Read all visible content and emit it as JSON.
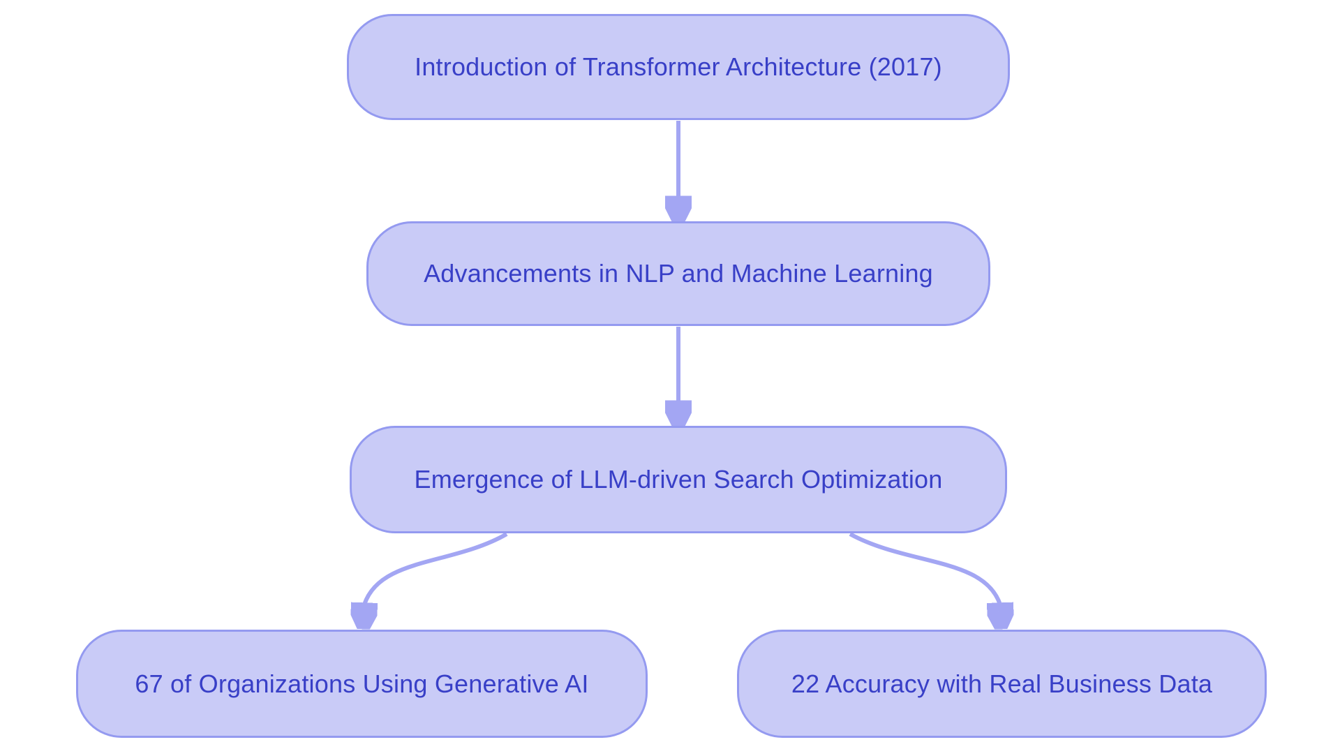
{
  "diagram": {
    "type": "flowchart",
    "direction": "top-down",
    "nodes": [
      {
        "id": "n1",
        "label": "Introduction of Transformer Architecture (2017)"
      },
      {
        "id": "n2",
        "label": "Advancements in NLP and Machine Learning"
      },
      {
        "id": "n3",
        "label": "Emergence of LLM-driven Search Optimization"
      },
      {
        "id": "n4",
        "label": "67 of Organizations Using Generative AI"
      },
      {
        "id": "n5",
        "label": "22 Accuracy with Real Business Data"
      }
    ],
    "edges": [
      {
        "from": "n1",
        "to": "n2",
        "style": "straight-arrow"
      },
      {
        "from": "n2",
        "to": "n3",
        "style": "straight-arrow"
      },
      {
        "from": "n3",
        "to": "n4",
        "style": "curved-arrow"
      },
      {
        "from": "n3",
        "to": "n5",
        "style": "curved-arrow"
      }
    ]
  },
  "theme": {
    "background": "#ffffff",
    "node_fill": "#c9cbf7",
    "node_border": "#949af0",
    "node_text": "#383fc7",
    "edge_color": "#a3a6f3"
  }
}
